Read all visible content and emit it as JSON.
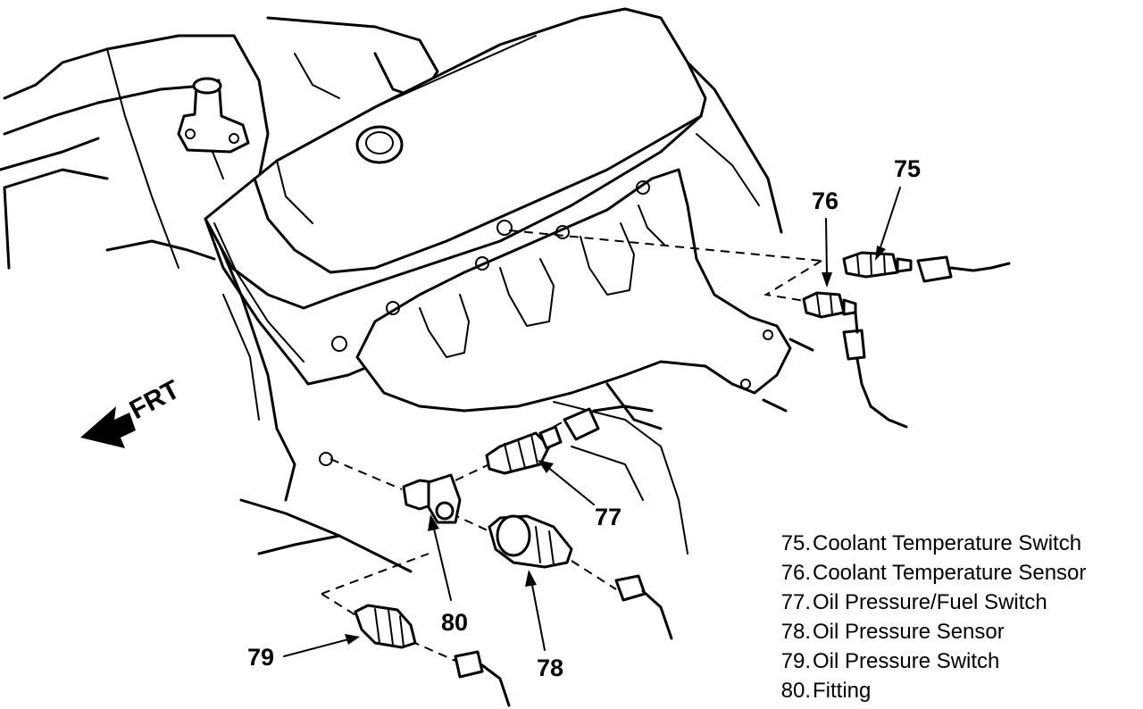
{
  "direction_label": "FRT",
  "callouts": {
    "c75": "75",
    "c76": "76",
    "c77": "77",
    "c78": "78",
    "c79": "79",
    "c80": "80"
  },
  "legend": [
    {
      "number": "75.",
      "label": "Coolant Temperature Switch"
    },
    {
      "number": "76.",
      "label": "Coolant Temperature Sensor"
    },
    {
      "number": "77.",
      "label": "Oil Pressure/Fuel Switch"
    },
    {
      "number": "78.",
      "label": "Oil Pressure Sensor"
    },
    {
      "number": "79.",
      "label": "Oil Pressure Switch"
    },
    {
      "number": "80.",
      "label": "Fitting"
    }
  ],
  "icons": [
    "engine-block",
    "valve-cover",
    "exhaust-manifold",
    "front-arrow"
  ]
}
